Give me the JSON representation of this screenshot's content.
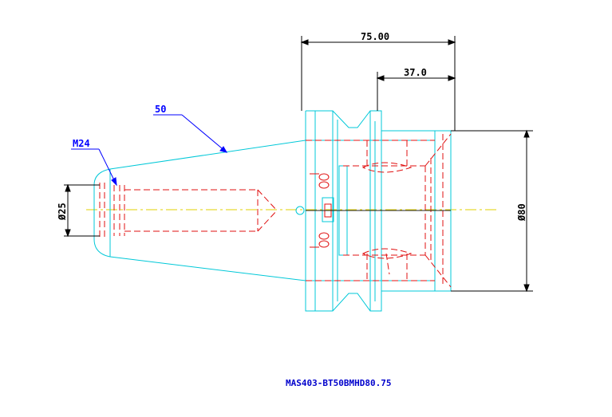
{
  "dimensions": {
    "overall_length": "75.00",
    "bore_depth": "37.0",
    "outer_diameter": "Ø80",
    "inner_diameter": "Ø25"
  },
  "labels": {
    "taper_size": "50",
    "thread": "M24"
  },
  "title_block": {
    "part_number": "MAS403-BT50BMHD80.75"
  },
  "colors": {
    "outline": "#00c8d8",
    "hidden": "#e01010",
    "dimension": "#000000",
    "leader": "#0000ff",
    "centerline": "#e0d000"
  }
}
